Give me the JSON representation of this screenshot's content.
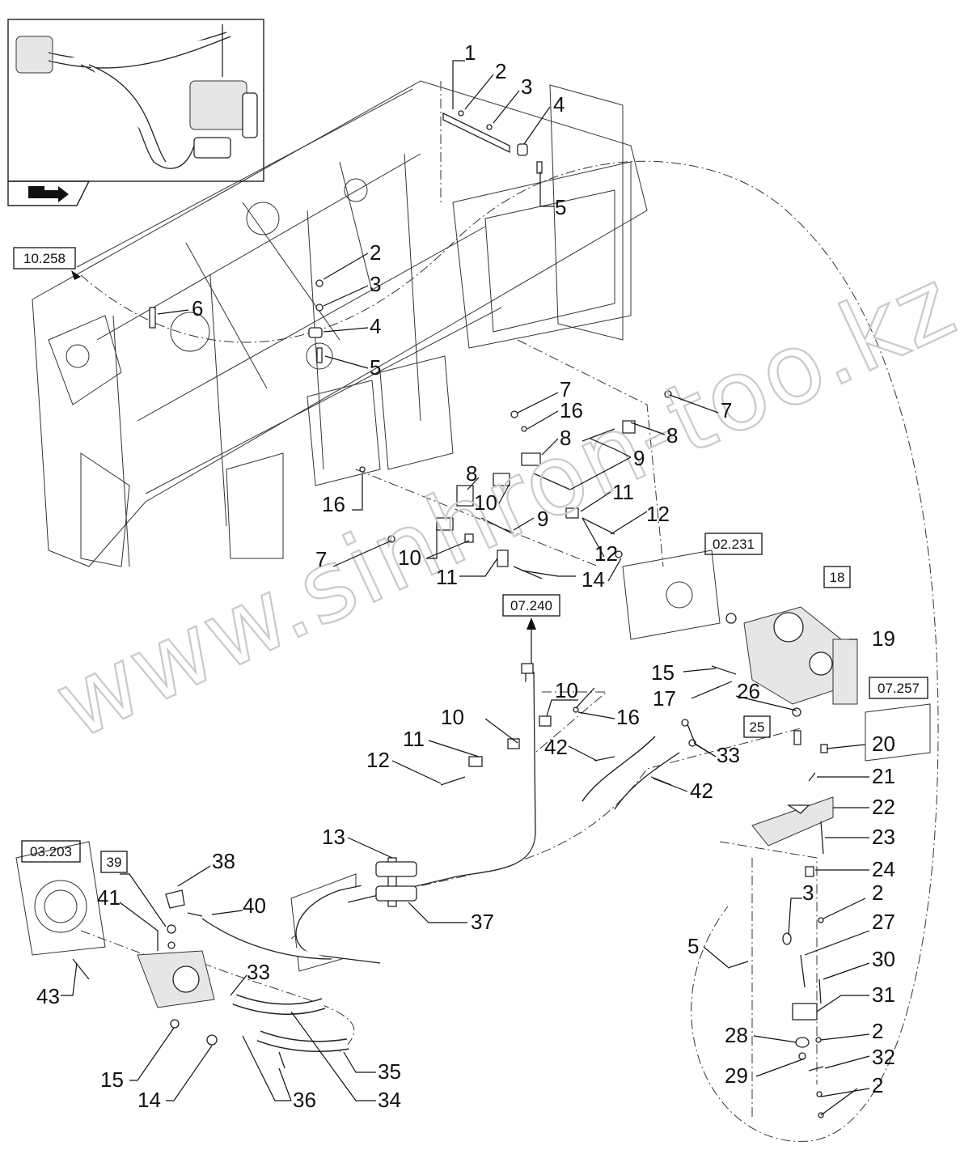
{
  "diagram": {
    "watermark": "www.sinhron-too.kz",
    "reference_boxes": [
      {
        "id": "10.258"
      },
      {
        "id": "02.231"
      },
      {
        "id": "07.240"
      },
      {
        "id": "07.257"
      },
      {
        "id": "03.203"
      },
      {
        "id": "18"
      },
      {
        "id": "25"
      },
      {
        "id": "39"
      }
    ],
    "callouts": [
      "1",
      "2",
      "3",
      "4",
      "5",
      "2",
      "3",
      "4",
      "5",
      "6",
      "7",
      "7",
      "16",
      "8",
      "8",
      "9",
      "7",
      "8",
      "10",
      "11",
      "12",
      "9",
      "12",
      "14",
      "16",
      "10",
      "11",
      "10",
      "10",
      "16",
      "11",
      "12",
      "42",
      "42",
      "33",
      "15",
      "17",
      "26",
      "19",
      "20",
      "21",
      "22",
      "23",
      "24",
      "3",
      "2",
      "27",
      "5",
      "30",
      "31",
      "2",
      "28",
      "32",
      "29",
      "2",
      "13",
      "37",
      "38",
      "40",
      "41",
      "43",
      "33",
      "35",
      "34",
      "36",
      "15",
      "14"
    ],
    "inset": {
      "icon": "next-page-arrow-icon"
    }
  }
}
